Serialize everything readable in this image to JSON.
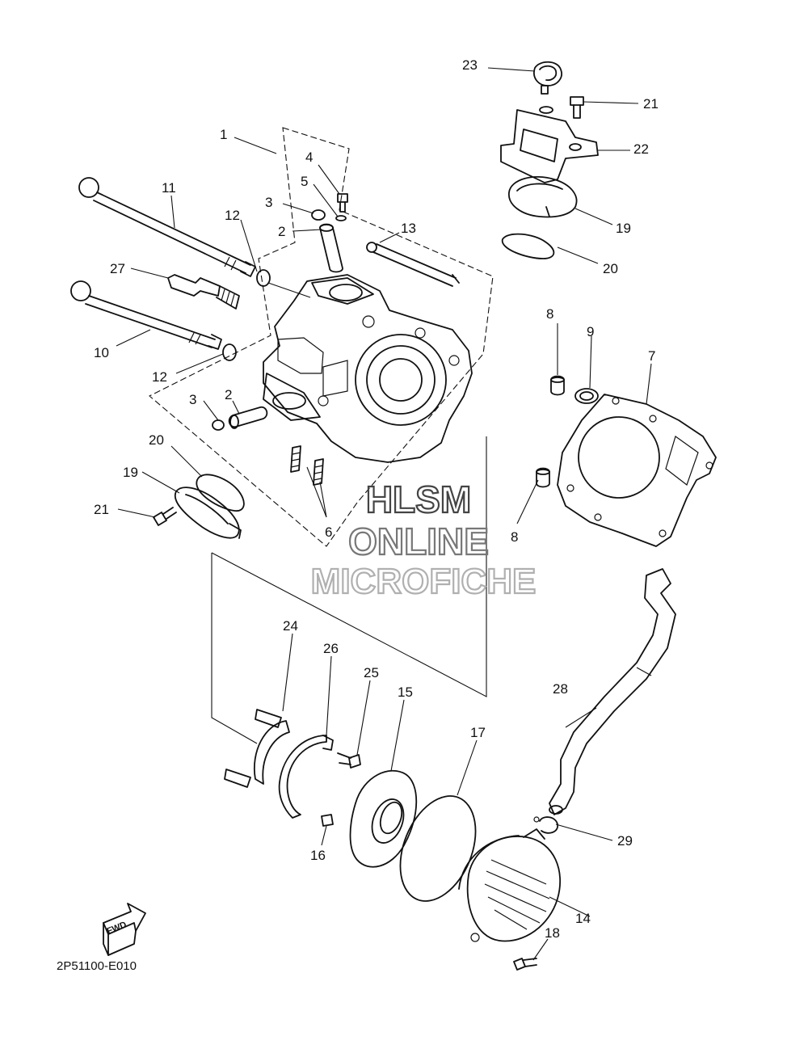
{
  "diagram_code": "2P51100-E010",
  "fwd_label": "FWD",
  "watermark": {
    "line1": "HLSM",
    "line2": "ONLINE",
    "line3": "MICROFICHE"
  },
  "callouts": {
    "c1": "1",
    "c2a": "2",
    "c2b": "2",
    "c3a": "3",
    "c3b": "3",
    "c4": "4",
    "c5": "5",
    "c6": "6",
    "c7": "7",
    "c8a": "8",
    "c8b": "8",
    "c9": "9",
    "c10": "10",
    "c11": "11",
    "c12a": "12",
    "c12b": "12",
    "c13": "13",
    "c14": "14",
    "c15": "15",
    "c16": "16",
    "c17": "17",
    "c18": "18",
    "c19a": "19",
    "c19b": "19",
    "c20a": "20",
    "c20b": "20",
    "c21a": "21",
    "c21b": "21",
    "c22": "22",
    "c23": "23",
    "c24": "24",
    "c25": "25",
    "c26": "26",
    "c27": "27",
    "c28": "28",
    "c29": "29"
  },
  "colors": {
    "line": "#111111",
    "watermark": "#9a9a9a"
  }
}
